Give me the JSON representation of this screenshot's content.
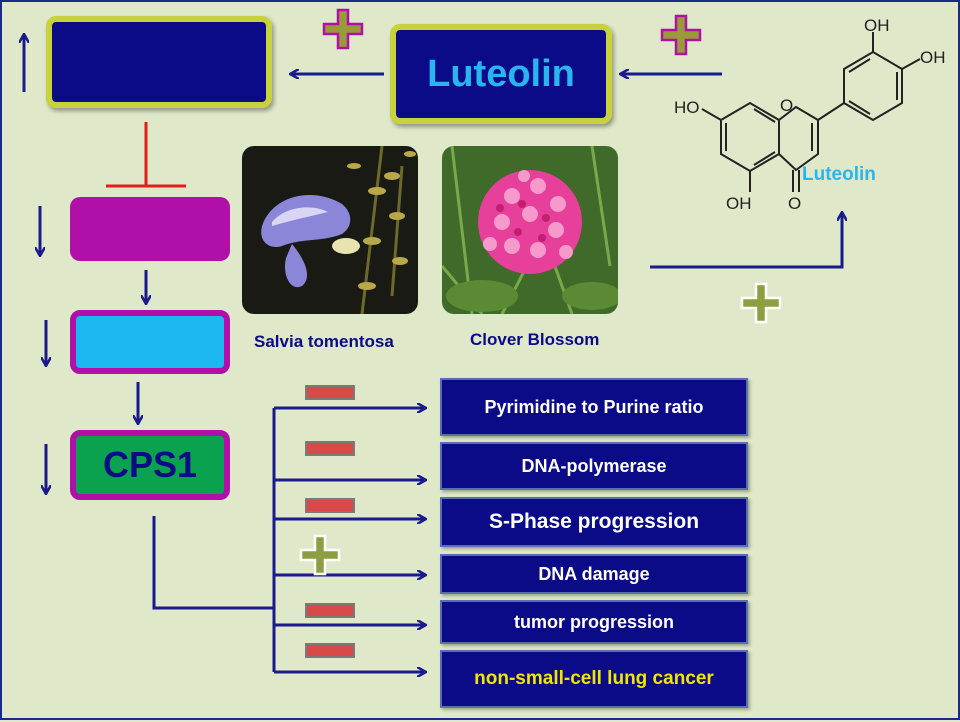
{
  "colors": {
    "background": "#dfe8c9",
    "navy": "#0b0b88",
    "magenta": "#b010a8",
    "cyan": "#1cb8f2",
    "green_cps1": "#0aa24e",
    "olive_border": "#c8d23a",
    "text_cyan": "#29b6f0",
    "text_yellow": "#f2e600",
    "arrow_navy": "#1a1a8c",
    "inhibit_red": "#e0201a"
  },
  "icons": {
    "plus": "plus-icon",
    "minus": "minus-icon",
    "arrow_up": "up-arrow-icon",
    "arrow_down": "down-arrow-icon",
    "inhibition": "t-bar-inhibition-icon"
  },
  "luteolin_box": {
    "label": "Luteolin"
  },
  "cps1_box": {
    "label": "CPS1"
  },
  "photos": {
    "salvia": {
      "caption": "Salvia tomentosa"
    },
    "clover": {
      "caption": "Clover Blossom"
    }
  },
  "molecule": {
    "name": "Luteolin",
    "atoms": {
      "oh_top": "OH",
      "oh_right": "OH",
      "ho_left": "HO",
      "oh_bottom": "OH",
      "o_ring": "O",
      "o_carbonyl": "O"
    }
  },
  "outcomes": [
    {
      "label": "Pyrimidine to Purine ratio",
      "sign": "minus"
    },
    {
      "label": "DNA-polymerase",
      "sign": "minus"
    },
    {
      "label": "S-Phase progression",
      "sign": "minus"
    },
    {
      "label": "DNA damage",
      "sign": "plus"
    },
    {
      "label": "tumor progression",
      "sign": "minus"
    },
    {
      "label": "non-small-cell lung cancer",
      "sign": "minus"
    }
  ]
}
